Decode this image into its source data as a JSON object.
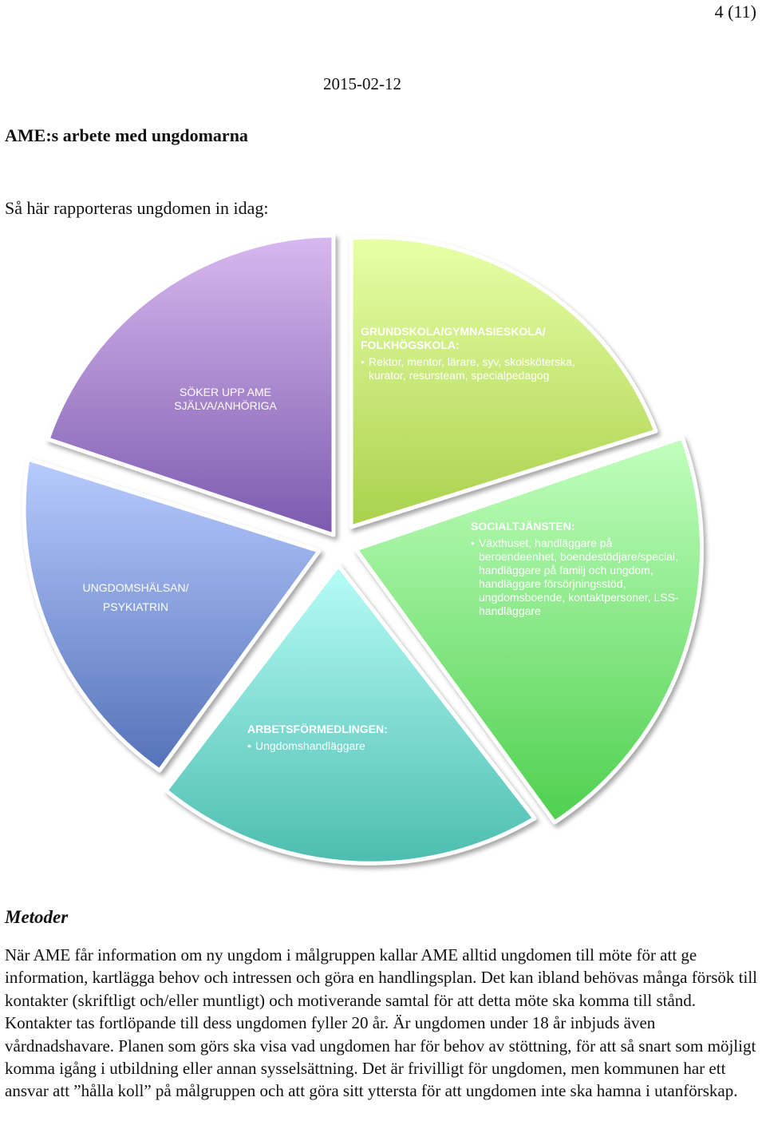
{
  "header": {
    "page_number": "4 (11)",
    "date": "2015-02-12"
  },
  "document": {
    "title": "AME:s arbete med ungdomarna",
    "intro": "Så här rapporteras ungdomen in idag:"
  },
  "diagram": {
    "segments": [
      {
        "id": "self",
        "lines": [
          "SÖKER UPP AME",
          "SJÄLVA/ANHÖRIGA"
        ],
        "color_light": "#d9b8f0",
        "color_dark": "#7b5aae",
        "text_color": "#ffffff"
      },
      {
        "id": "school",
        "heading": "GRUNDSKOLA/GYMNASIESKOLA/ FOLKHÖGSKOLA:",
        "bullets": [
          "Rektor, mentor, lärare, syv, skolsköterska, kurator, resursteam, specialpedagog"
        ],
        "color_light": "#e8ffa8",
        "color_dark": "#a9d14c",
        "text_color": "#ffffff"
      },
      {
        "id": "social",
        "heading": "SOCIALTJÄNSTEN:",
        "bullets": [
          "Växthuset, handläggare på beroendeenhet, boendestödjare/special, handläggare på familj och ungdom, handläggare försörjningsstöd, ungdomsboende, kontaktpersoner, LSS-handläggare"
        ],
        "color_light": "#c2ffbe",
        "color_dark": "#4fd04f",
        "text_color": "#ffffff"
      },
      {
        "id": "employment",
        "heading": "ARBETSFÖRMEDLINGEN:",
        "bullets": [
          "Ungdomshandläggare"
        ],
        "color_light": "#b8fdf7",
        "color_dark": "#4dbdb0",
        "text_color": "#ffffff"
      },
      {
        "id": "health",
        "lines": [
          "UNGDOMSHÄLSAN/",
          "PSYKIATRIN"
        ],
        "color_light": "#b8cbff",
        "color_dark": "#5472b8",
        "text_color": "#ffffff"
      }
    ]
  },
  "methods": {
    "heading": "Metoder",
    "paragraph": "När AME får information om ny ungdom i målgruppen kallar AME alltid ungdomen till möte för att ge information, kartlägga behov och intressen och göra en handlingsplan. Det kan ibland behövas många försök till kontakter (skriftligt och/eller muntligt) och motiverande samtal för att detta möte ska komma till stånd. Kontakter tas fortlöpande till dess ungdomen fyller 20 år. Är ungdomen under 18 år inbjuds även vårdnadshavare. Planen som görs ska visa vad ungdomen har för behov av stöttning, för att så snart som möjligt komma igång i utbildning eller annan sysselsättning.  Det är frivilligt för ungdomen, men kommunen har ett ansvar att ”hålla koll” på målgruppen och att göra sitt yttersta för att ungdomen inte ska hamna i utanförskap."
  }
}
